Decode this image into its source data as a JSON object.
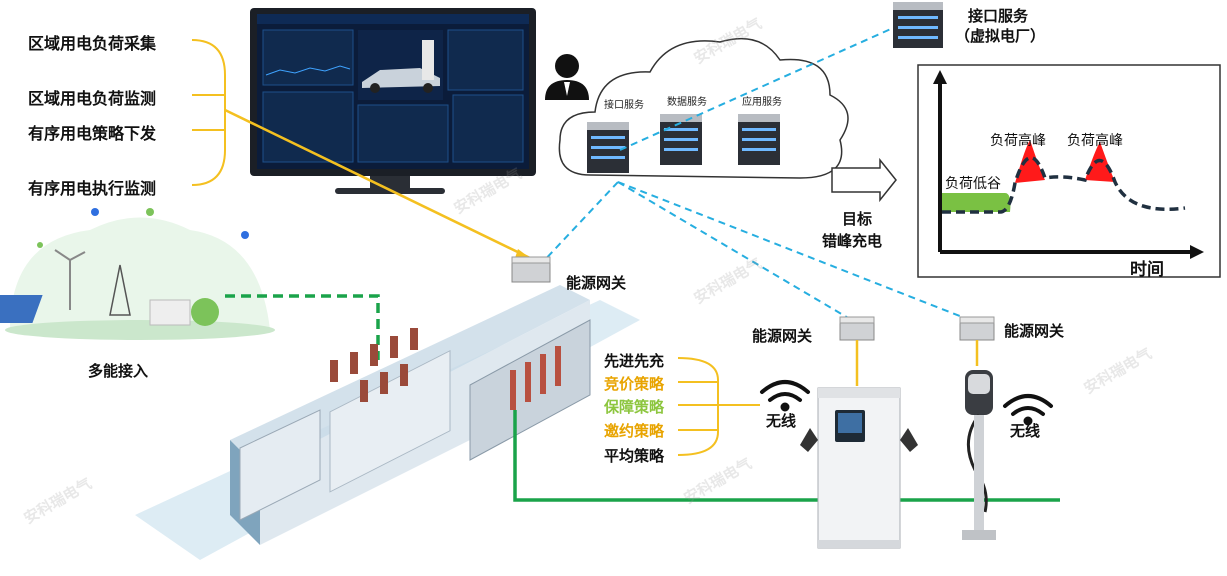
{
  "left_functions": [
    "区域用电负荷采集",
    "区域用电负荷监测",
    "有序用电策略下发",
    "有序用电执行监测"
  ],
  "multi_energy_label": "多能接入",
  "gateway_label": "能源网关",
  "cloud_services": [
    "接口服务",
    "数据服务",
    "应用服务"
  ],
  "interface_service": {
    "line1": "接口服务",
    "line2": "（虚拟电厂）"
  },
  "target": {
    "line1": "目标",
    "line2": "错峰充电"
  },
  "load_chart": {
    "peak_label": "负荷高峰",
    "valley_label": "负荷低谷",
    "x_label": "时间"
  },
  "strategies": [
    {
      "label": "先进先充",
      "color": "#111111"
    },
    {
      "label": "竞价策略",
      "color": "#e8a400"
    },
    {
      "label": "保障策略",
      "color": "#8dc63f"
    },
    {
      "label": "邀约策略",
      "color": "#e8a400"
    },
    {
      "label": "平均策略",
      "color": "#111111"
    }
  ],
  "wireless_label": "无线",
  "watermark": "安科瑞电气"
}
